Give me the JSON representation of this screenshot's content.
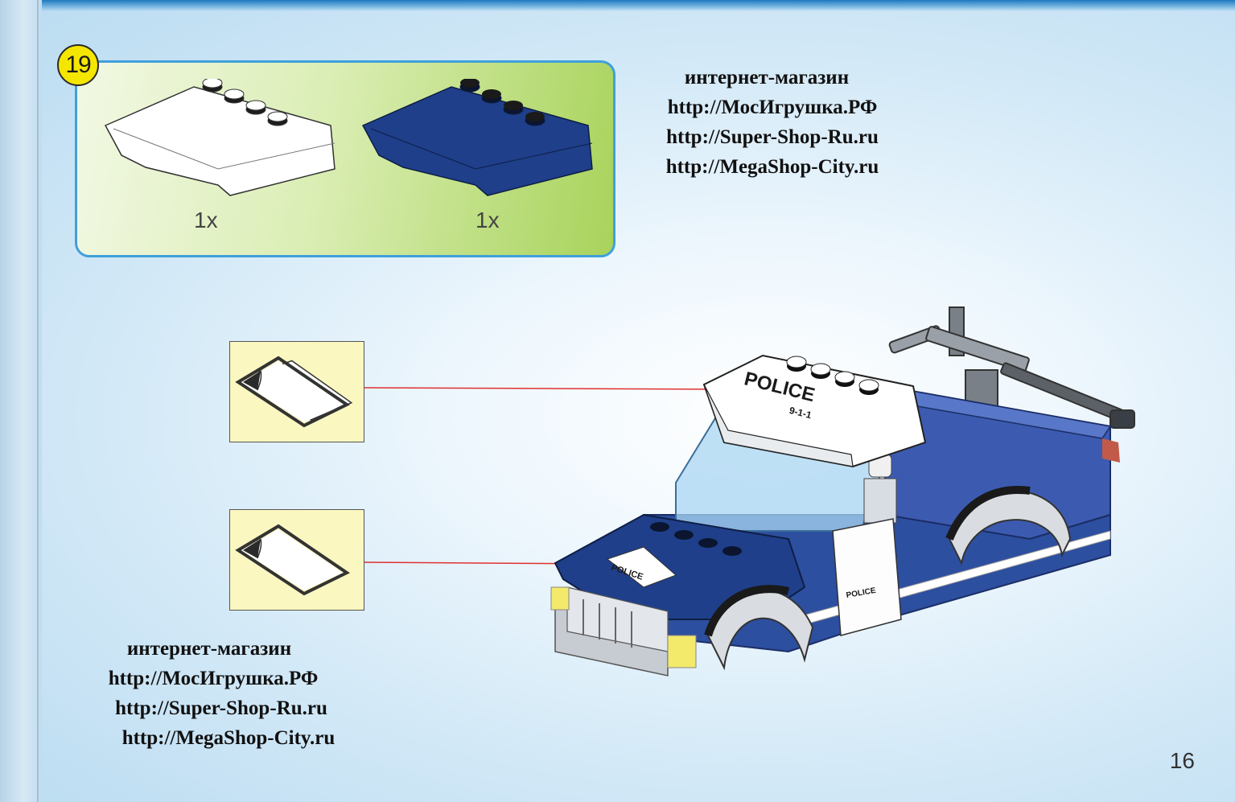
{
  "step": {
    "number": "19",
    "parts": [
      {
        "color_name": "white",
        "color": "#ffffff",
        "quantity": "1x"
      },
      {
        "color_name": "dark-blue",
        "color": "#1f3f8a",
        "quantity": "1x"
      }
    ]
  },
  "shop_top": {
    "heading": "интернет-магазин",
    "links": [
      "http://МосИгрушка.РФ",
      "http://Super-Shop-Ru.ru",
      "http://MegaShop-City.ru"
    ]
  },
  "shop_bottom": {
    "heading": "интернет-магазин",
    "links": [
      "http://МосИгрушка.РФ",
      "http://Super-Shop-Ru.ru",
      "http://MegaShop-City.ru"
    ]
  },
  "car": {
    "roof_text": "POLICE",
    "roof_subtext": "9-1-1",
    "hood_text": "POLICE",
    "door_text": "POLICE"
  },
  "stickers": [
    {
      "icon": "sticker-icon",
      "target": "roof"
    },
    {
      "icon": "sticker-icon",
      "target": "hood"
    }
  ],
  "colors": {
    "accent_border": "#3fa0da",
    "badge": "#f5e600",
    "arrow": "#e03030",
    "body_blue": "#2d4fa0"
  },
  "page_number": "16"
}
